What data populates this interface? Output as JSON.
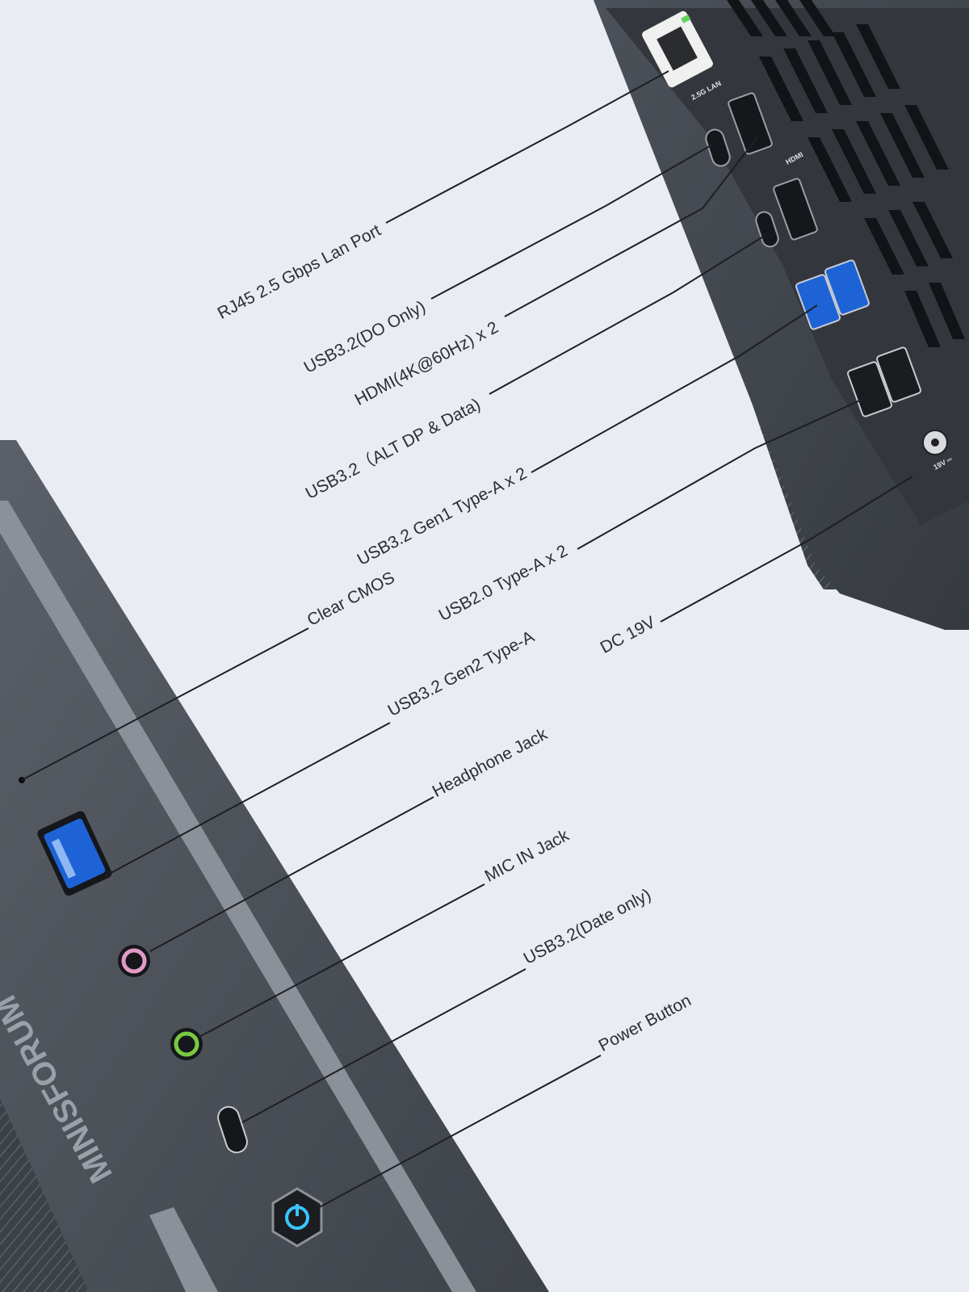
{
  "colors": {
    "background": "#e9edf3",
    "chassis": "#4a4f57",
    "chassis_dark": "#2e3238",
    "usb_blue": "#1e63d6",
    "mic_green": "#7ac943",
    "headphone_pink": "#e19ac7",
    "power_glow": "#39c5ff",
    "line": "#1c1f24"
  },
  "brand": {
    "logo_text": "MINISFORUM"
  },
  "rear_panel": {
    "lan_label": "2.5G LAN",
    "hdmi_label": "HDMI",
    "dc_label": "19V ═",
    "icons": [
      "ethernet-icon",
      "usb-c-icon",
      "hdmi-icon",
      "usb-a-icon",
      "dc-jack-icon",
      "superspeed-usb-icon",
      "display-icon"
    ]
  },
  "front_panel": {
    "icons": [
      "clear-cmos-icon",
      "usb-a-icon",
      "headphone-icon",
      "microphone-icon",
      "usb-c-icon",
      "power-icon"
    ]
  },
  "callouts": {
    "rj45": "RJ45 2.5 Gbps Lan Port",
    "usbc_do": "USB3.2(DO Only)",
    "hdmi": "HDMI(4K@60Hz) x 2",
    "usbc_alt": "USB3.2（ALT DP & Data)",
    "usb32_gen1": "USB3.2 Gen1 Type-A x 2",
    "clear_cmos": "Clear CMOS",
    "usb20": "USB2.0 Type-A x 2",
    "dc": "DC 19V",
    "usb32_gen2": "USB3.2 Gen2 Type-A",
    "headphone": "Headphone Jack",
    "mic": "MIC IN Jack",
    "usbc_data": "USB3.2(Date only)",
    "power": "Power Button"
  }
}
